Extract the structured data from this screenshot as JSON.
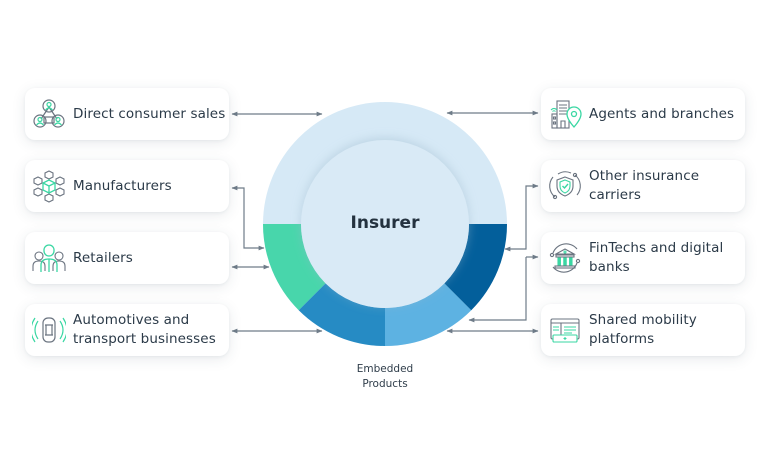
{
  "center": {
    "title": "Insurer",
    "subtitle_line1": "Embedded",
    "subtitle_line2": "Products"
  },
  "colors": {
    "ring_base": "#d6e9f6",
    "inner_circle": "#d9eaf6",
    "segment_green": "#48d6ab",
    "segment_mid_blue": "#268bc4",
    "segment_light_blue": "#5db2e2",
    "segment_dark_blue": "#035f9b",
    "connector": "#6f7c89",
    "icon_gray": "#6b7480",
    "icon_accent": "#3ad7a3",
    "text": "#2b3a48"
  },
  "left_partners": [
    {
      "label_lines": [
        "Direct consumer sales"
      ],
      "icon": "people-network-icon"
    },
    {
      "label_lines": [
        "Manufacturers"
      ],
      "icon": "cubes-icon"
    },
    {
      "label_lines": [
        "Retailers"
      ],
      "icon": "retail-staff-icon"
    },
    {
      "label_lines": [
        "Automotives and",
        "transport businesses"
      ],
      "icon": "connected-car-icon"
    }
  ],
  "right_partners": [
    {
      "label_lines": [
        "Agents and branches"
      ],
      "icon": "building-location-icon"
    },
    {
      "label_lines": [
        "Other insurance",
        "carriers"
      ],
      "icon": "shield-check-icon"
    },
    {
      "label_lines": [
        "FinTechs and digital",
        "banks"
      ],
      "icon": "bank-icon"
    },
    {
      "label_lines": [
        "Shared mobility",
        "platforms"
      ],
      "icon": "platform-window-icon"
    }
  ]
}
